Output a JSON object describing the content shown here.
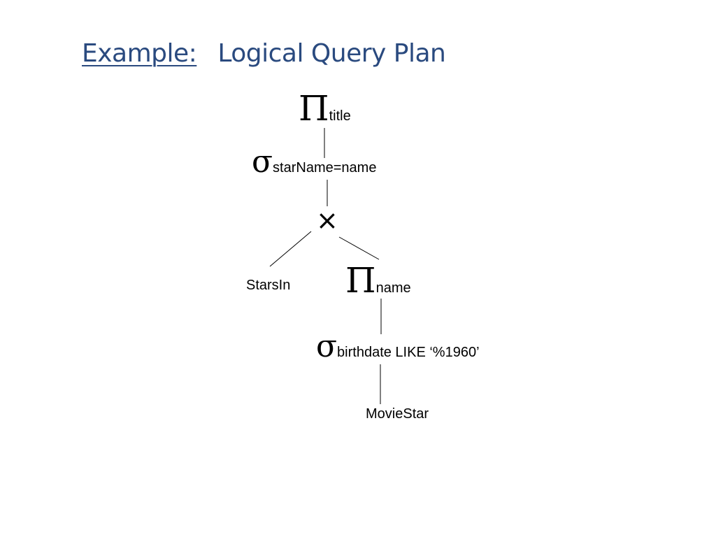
{
  "title": {
    "prefix": "Example:",
    "main": "Logical Query Plan"
  },
  "tree": {
    "project_title": {
      "symbol": "Π",
      "label": "title"
    },
    "select_starname": {
      "symbol": "σ",
      "label": "starName=name"
    },
    "cross_product": {
      "symbol": "×"
    },
    "stars_in": {
      "label": "StarsIn"
    },
    "project_name": {
      "symbol": "Π",
      "label": "name"
    },
    "select_birthdate": {
      "symbol": "σ",
      "label": "birthdate LIKE ‘%1960’"
    },
    "movie_star": {
      "label": "MovieStar"
    }
  }
}
